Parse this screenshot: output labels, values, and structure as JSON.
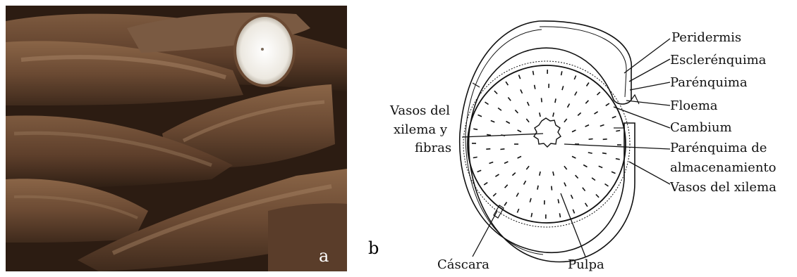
{
  "panels": {
    "a": {
      "letter": "a"
    },
    "b": {
      "letter": "b"
    }
  },
  "colors": {
    "tuber_brown": "#6b4a33",
    "tuber_dark": "#3a2618",
    "flesh": "#f2f0ec",
    "ink": "#111111"
  },
  "labels": {
    "peridermis": "Peridermis",
    "esclerenquima": "Esclerénquima",
    "parenquima": "Parénquima",
    "floema": "Floema",
    "cambium": "Cambium",
    "parenquima_alm_1": "Parénquima de",
    "parenquima_alm_2": "almacenamiento",
    "vasos_xilema": "Vasos del xilema",
    "vasos_fibras_1": "Vasos del",
    "vasos_fibras_2": "xilema y",
    "vasos_fibras_3": "fibras",
    "cascara": "Cáscara",
    "pulpa": "Pulpa"
  }
}
